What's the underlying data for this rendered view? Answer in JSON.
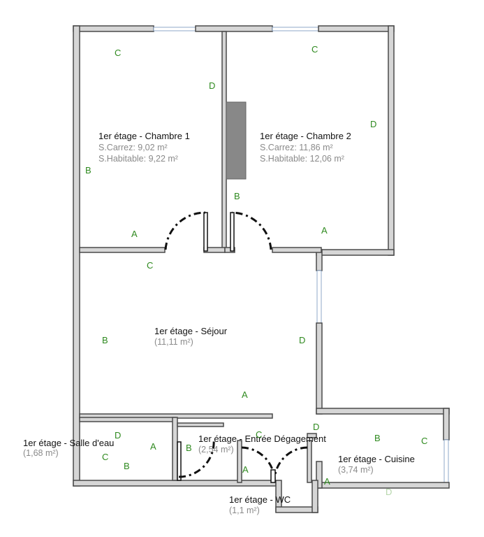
{
  "rooms": {
    "chambre1": {
      "title": "1er étage - Chambre 1",
      "carrez": "S.Carrez: 9,02 m²",
      "habitable": "S.Habitable: 9,22 m²"
    },
    "chambre2": {
      "title": "1er étage - Chambre 2",
      "carrez": "S.Carrez: 11,86 m²",
      "habitable": "S.Habitable: 12,06 m²"
    },
    "sejour": {
      "title": "1er étage - Séjour",
      "area": "(11,11 m²)"
    },
    "salle_eau": {
      "title": "1er étage - Salle d'eau",
      "area": "(1,68 m²)"
    },
    "entree": {
      "title": "1er étage - Entrée Dégagement",
      "area": "(2,54 m²)"
    },
    "cuisine": {
      "title": "1er étage - Cuisine",
      "area": "(3,74 m²)"
    },
    "wc": {
      "title": "1er étage - WC",
      "area": "(1,1 m²)"
    }
  },
  "wall_letters": {
    "A": "A",
    "B": "B",
    "C": "C",
    "D": "D"
  }
}
